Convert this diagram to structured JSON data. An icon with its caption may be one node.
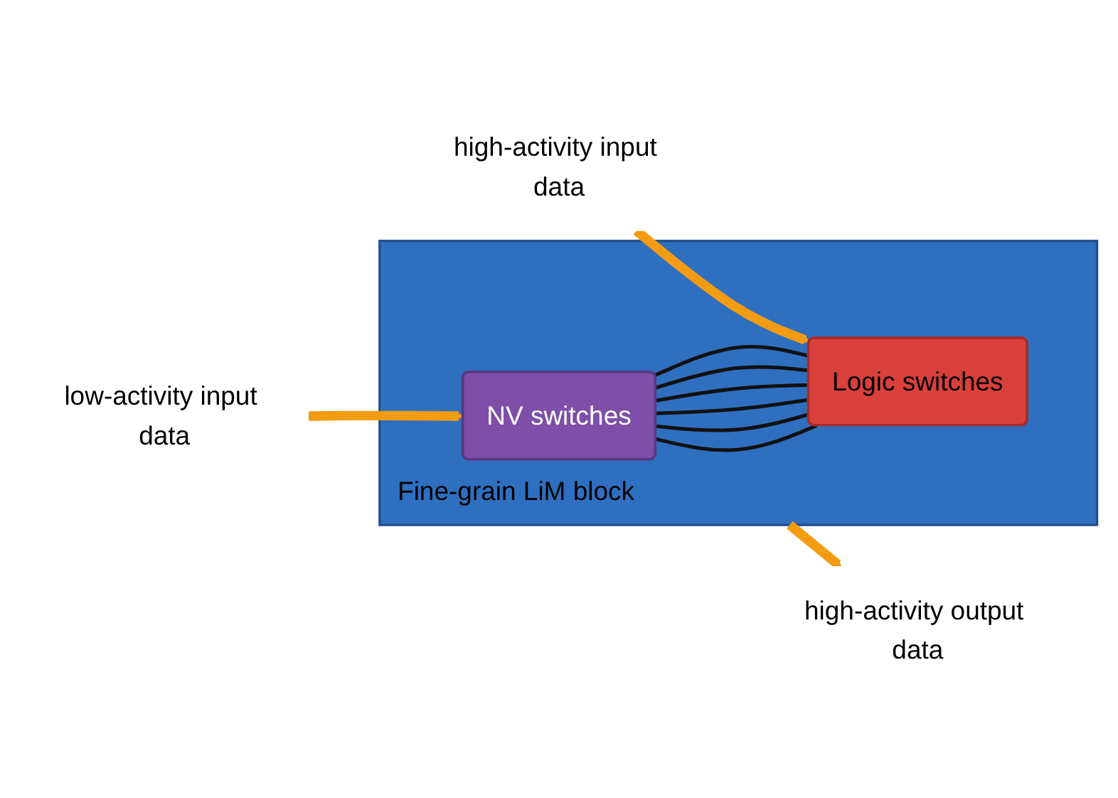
{
  "diagram": {
    "nodes": [
      {
        "text": [
          "Fine-grain LiM block"
        ]
      },
      {
        "text": [
          "NV switches"
        ],
        "in": 0
      },
      {
        "text": [
          "Logic switches"
        ],
        "in": 0
      },
      {
        "text": [
          "low-activity input data"
        ]
      },
      {
        "text": [
          "high-activity input data"
        ]
      },
      {
        "text": [
          "high-activity output data"
        ]
      }
    ],
    "edges": [
      {
        "from": 3,
        "to": 1,
        "arrow": "to",
        "style": "thick",
        "color": "#f39c12"
      },
      {
        "from": 4,
        "to": 2,
        "arrow": "to",
        "style": "thick",
        "color": "#f39c12"
      },
      {
        "from": 1,
        "to": 2,
        "arrow": "none"
      },
      {
        "from": 1,
        "to": 2,
        "arrow": "none"
      },
      {
        "from": 1,
        "to": 2,
        "arrow": "none"
      },
      {
        "from": 1,
        "to": 2,
        "arrow": "none"
      },
      {
        "from": 1,
        "to": 2,
        "arrow": "none"
      },
      {
        "from": 1,
        "to": 2,
        "arrow": "none"
      },
      {
        "from": 0,
        "to": 5,
        "arrow": "to",
        "style": "thick",
        "color": "#f39c12"
      }
    ]
  }
}
